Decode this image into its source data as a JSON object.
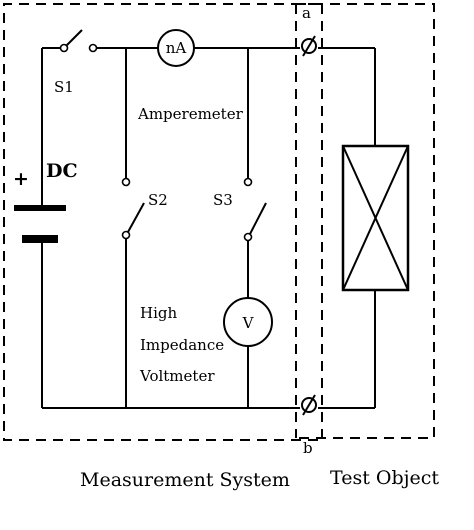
{
  "source": {
    "label": "DC",
    "plus": "+"
  },
  "switches": {
    "s1": "S1",
    "s2": "S2",
    "s3": "S3"
  },
  "ammeter": {
    "symbol": "nA",
    "label": "Amperemeter"
  },
  "voltmeter": {
    "symbol": "V",
    "label_lines": [
      "High",
      "Impedance",
      "Voltmeter"
    ]
  },
  "terminals": {
    "top": "a",
    "bottom": "b"
  },
  "regions": {
    "measurement": "Measurement System",
    "test": "Test Object"
  }
}
